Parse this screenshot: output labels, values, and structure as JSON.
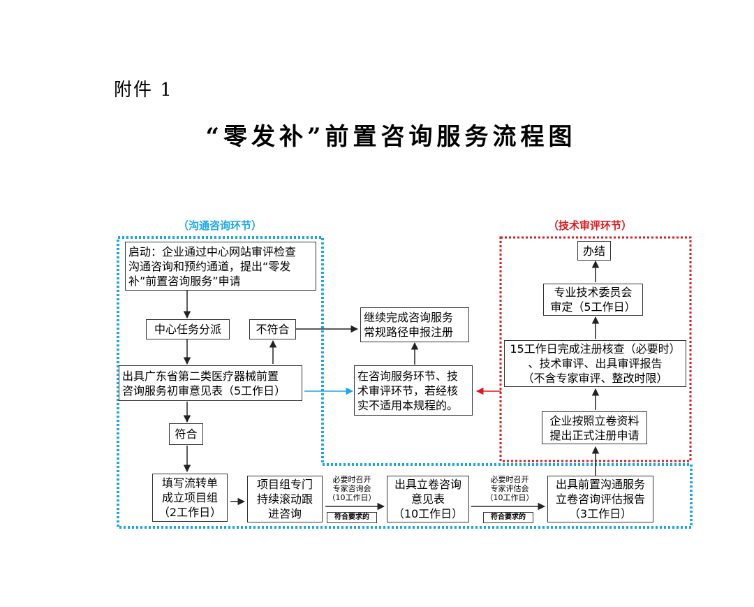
{
  "header": {
    "attachment": "附件 1",
    "title": "“零发补”前置咨询服务流程图"
  },
  "sections": {
    "communication": "（沟通咨询环节）",
    "technical": "（技术审评环节）"
  },
  "colors": {
    "communication": "#1aa7e8",
    "technical": "#e0161b"
  },
  "boxes": {
    "start": "启动：企业通过中心网站审评检查\n沟通咨询和预约通道，提出“零发\n补”前置咨询服务”申请",
    "dispatch": "中心任务分派",
    "nonconform": "不符合",
    "continue": "继续完成咨询服务\n常规路径申报注册",
    "initial_review": "出具广东省第二类医疗器械前置\n咨询服务初审意见表（5工作日）",
    "exception": "在咨询服务环节、技\n术审评环节，若经核\n实不适用本规程的。",
    "conform": "符合",
    "form_team": "填写流转单\n成立项目组\n（2工作日）",
    "rolling": "项目组专门\n持续滚动跟\n进咨询",
    "filing_opinion": "出具立卷咨询\n意见表\n（10工作日）",
    "eval_report": "出具前置沟通服务\n立卷咨询评估报告\n（3工作日）",
    "formal_apply": "企业按照立卷资料\n提出正式注册申请",
    "review_15": "15工作日完成注册核查（必要时）\n、技术审评、出具审评报告\n（不含专家审评、整改时限）",
    "committee": "专业技术委员会\n审定（5工作日）",
    "done": "办结"
  },
  "labels": {
    "expert_consult": "必要时召开\n专家咨询会\n（10工作日）",
    "expert_eval": "必要时召开\n专家评估会\n（10工作日）",
    "meets_1": "符合要求的",
    "meets_2": "符合要求的"
  }
}
